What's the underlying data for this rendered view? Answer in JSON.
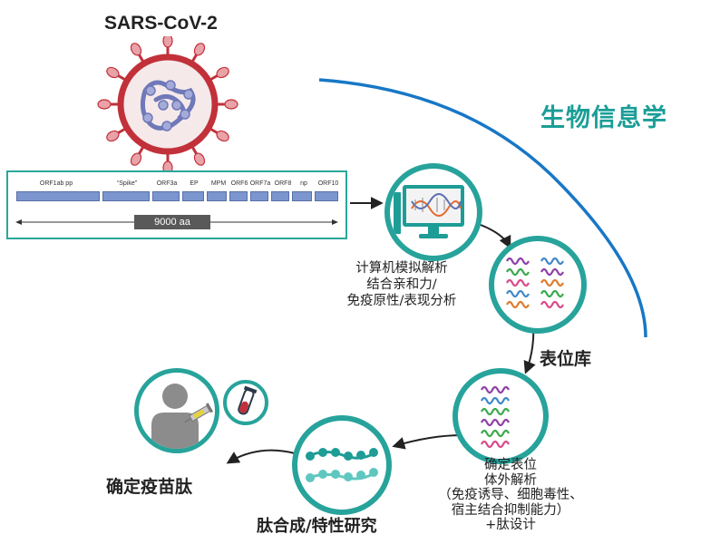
{
  "virus": {
    "title": "SARS-CoV-2"
  },
  "bioinformatics_label": "生物信息学",
  "genome": {
    "orfs": [
      "ORF1ab pp",
      "“Spike”",
      "ORF3a",
      "EP",
      "MPM",
      "ORF6",
      "ORF7a",
      "ORF8",
      "np",
      "ORF10"
    ],
    "length_label": "9000 aa"
  },
  "steps": {
    "computer_analysis": [
      "计算机模拟解析",
      "结合亲和力/",
      "免疫原性/表现分析"
    ],
    "epitope_library": "表位库",
    "confirm": [
      "确定表位",
      "体外解析",
      "（免疫诱导、细胞毒性、",
      "宿主结合抑制能力）",
      "+肽设计"
    ],
    "synthesis": "肽合成/特性研究",
    "vaccine": "确定疫苗肽"
  },
  "colors": {
    "accent": "#27a39b",
    "arc": "#1877c6",
    "virus_core": "#c2313a",
    "spike": "#e8a2a8"
  }
}
